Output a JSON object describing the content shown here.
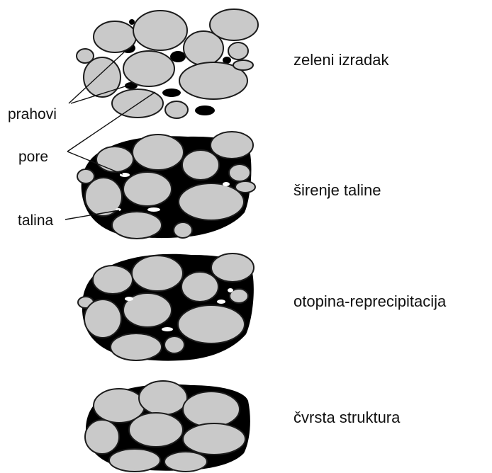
{
  "stages": [
    {
      "id": "green",
      "label": "zeleni izradak"
    },
    {
      "id": "melt",
      "label": "širenje taline"
    },
    {
      "id": "solution",
      "label": "otopina-reprecipitacija"
    },
    {
      "id": "solid",
      "label": "čvrsta struktura"
    }
  ],
  "callouts": {
    "powders": "prahovi",
    "pores": "pore",
    "melt": "talina"
  },
  "colors": {
    "grain_fill": "#c9c9c9",
    "grain_outline": "#1c1c1c",
    "grain_speckle": "#8a8a8a",
    "melt_fill": "#000000",
    "pore_fill": "#ffffff",
    "background": "#ffffff"
  }
}
